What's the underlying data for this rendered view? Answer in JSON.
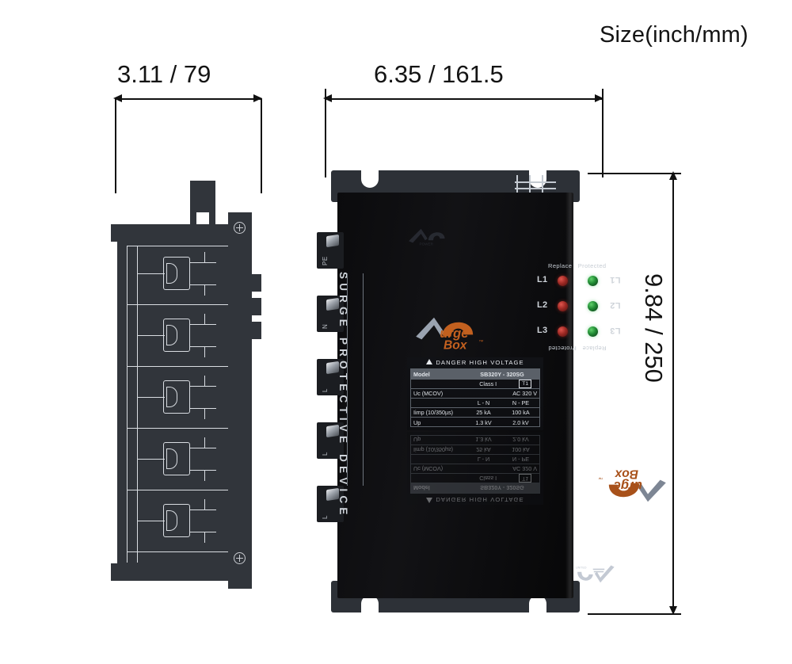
{
  "caption": "Size(inch/mm)",
  "dimensions": {
    "side_width": "3.11 / 79",
    "front_width": "6.35 / 161.5",
    "height": "9.84 / 250"
  },
  "device": {
    "side_text": "SURGE PROTECTIVE DEVICE",
    "brand": "Surge",
    "brand_second_line": "Box",
    "trademark": "™",
    "terminals": [
      {
        "label": "PE"
      },
      {
        "label": "N"
      },
      {
        "label": "L"
      },
      {
        "label": "L"
      },
      {
        "label": "L"
      }
    ],
    "remote_contact": {
      "plus": "(+)",
      "minus": "(-)"
    },
    "leds": {
      "header_left": "Replace",
      "header_right": "Protected",
      "rows": [
        {
          "name": "L1"
        },
        {
          "name": "L2"
        },
        {
          "name": "L3"
        }
      ],
      "replace_color": "#a02a25",
      "protected_color": "#1f8a33"
    },
    "label": {
      "warning": "DANGER HIGH VOLTAGE",
      "model_key": "Model",
      "model_value": "SB320Y - 320SG",
      "class_label": "Class I",
      "type_badge": "T1",
      "uc_key": "Uc (MCOV)",
      "uc_value": "AC 320 V",
      "col_ln": "L - N",
      "col_npe": "N - PE",
      "iimp_key": "Iimp (10/350µs)",
      "iimp_ln": "25 kA",
      "iimp_npe": "100 kA",
      "up_key": "Up",
      "up_ln": "1.3 kV",
      "up_npe": "2.0 kV"
    }
  },
  "colors": {
    "background": "#ffffff",
    "line": "#111111",
    "side_body": "#31353b",
    "chassis": "#0b0b0d",
    "logo_orange": "#c2601f"
  }
}
